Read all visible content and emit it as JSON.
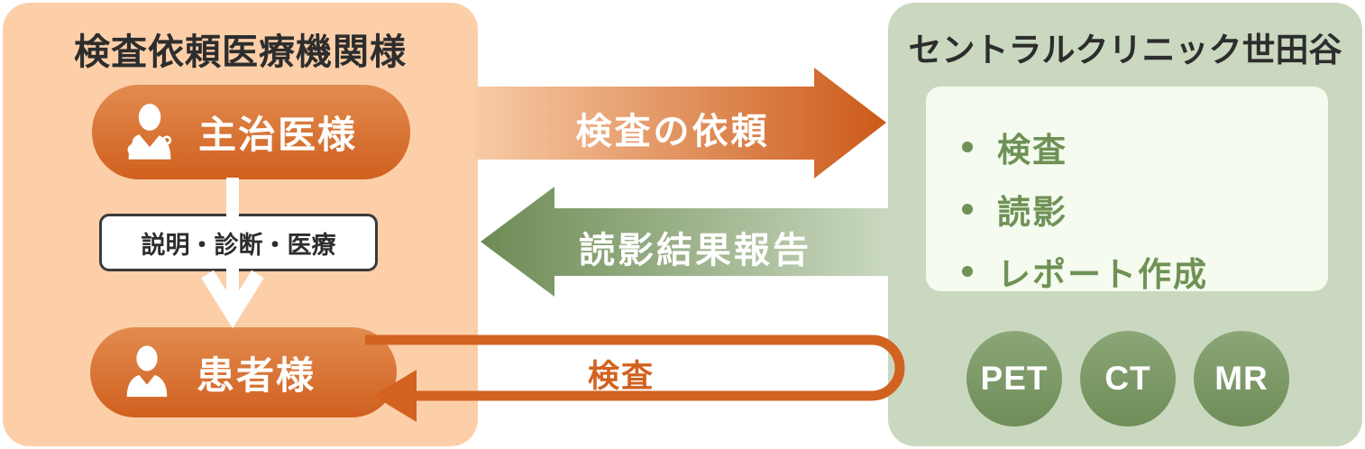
{
  "diagram": {
    "left_panel": {
      "title": "検査依頼医療機関様",
      "doctor": {
        "label": "主治医様",
        "icon": "doctor-icon"
      },
      "info_box": {
        "label": "説明・診断・医療"
      },
      "patient": {
        "label": "患者様",
        "icon": "patient-icon"
      }
    },
    "right_panel": {
      "title": "セントラルクリニック世田谷",
      "services": [
        "検査",
        "読影",
        "レポート作成"
      ],
      "modalities": [
        "PET",
        "CT",
        "MR"
      ]
    },
    "arrows": {
      "request_label": "検査の依頼",
      "report_label": "読影結果報告",
      "exam_label": "検査"
    },
    "colors": {
      "left_panel_bg": "#fccfa9",
      "right_panel_bg": "#cad8c0",
      "service_box_bg": "#f5fbee",
      "accent_orange": "#d0601f",
      "arrow_orange_dark": "#cc5a19",
      "arrow_orange_light": "#f7cba6",
      "accent_green_dark": "#6e8b54",
      "accent_green_light": "#c9d8bf",
      "list_text_green": "#6f9156",
      "title_text": "#2d2d2d"
    }
  }
}
